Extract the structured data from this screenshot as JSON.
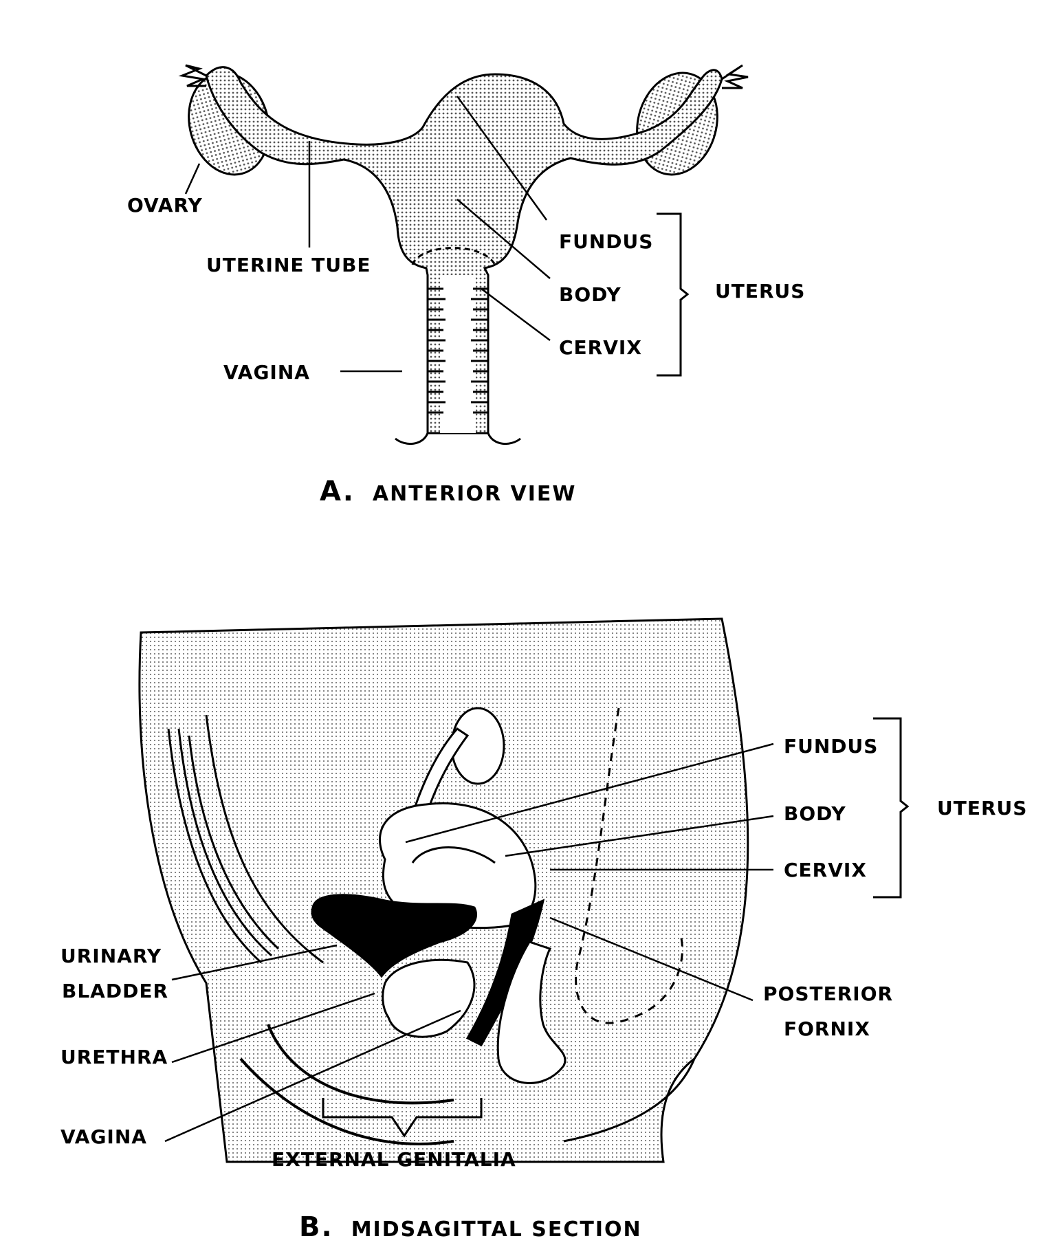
{
  "figure": {
    "panel_a": {
      "caption_letter": "A.",
      "caption_text": "ANTERIOR VIEW",
      "labels": {
        "ovary": "OVARY",
        "uterine_tube": "UTERINE TUBE",
        "vagina": "VAGINA",
        "fundus": "FUNDUS",
        "body": "BODY",
        "cervix": "CERVIX",
        "uterus": "UTERUS"
      }
    },
    "panel_b": {
      "caption_letter": "B.",
      "caption_text": "MIDSAGITTAL SECTION",
      "labels": {
        "fundus": "FUNDUS",
        "body": "BODY",
        "cervix": "CERVIX",
        "uterus": "UTERUS",
        "urinary": "URINARY",
        "bladder": "BLADDER",
        "urethra": "URETHRA",
        "vagina": "VAGINA",
        "posterior": "POSTERIOR",
        "fornix": "FORNIX",
        "external_genitalia": "EXTERNAL GENITALIA"
      }
    }
  }
}
